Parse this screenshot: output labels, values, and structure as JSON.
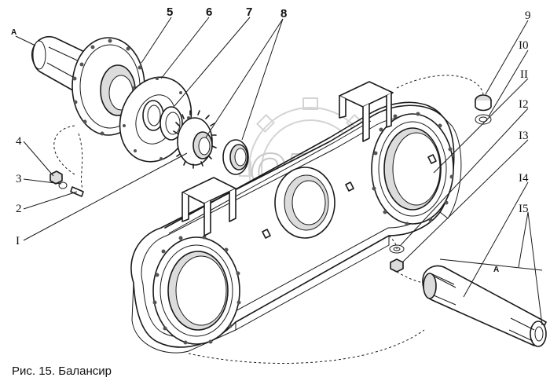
{
  "caption": "Рис. 15. Балансир",
  "watermark": "OPEX",
  "callouts": {
    "c5": "5",
    "c6": "6",
    "c7": "7",
    "c8": "8",
    "c9": "9",
    "c10": "I0",
    "c11": "II",
    "c12": "I2",
    "c13": "I3",
    "c14": "I4",
    "c15": "I5",
    "c4": "4",
    "c3": "3",
    "c2": "2",
    "c1": "I",
    "cA_top": "A",
    "cA_shaft": "A"
  }
}
